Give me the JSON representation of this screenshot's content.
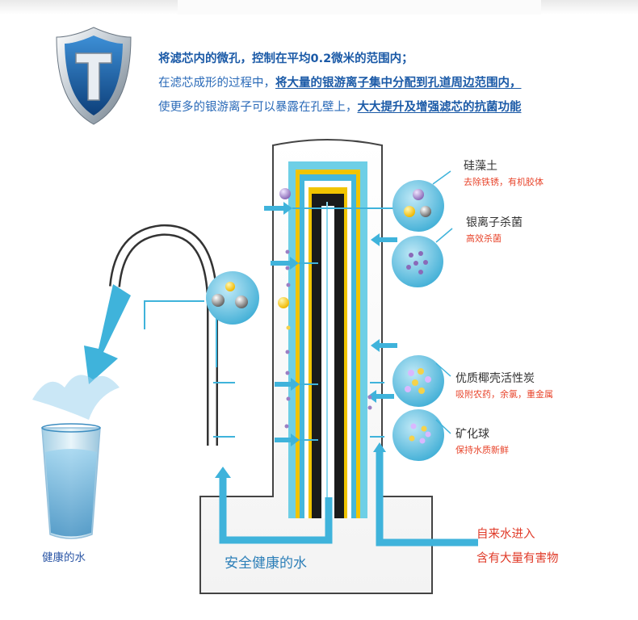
{
  "intro": {
    "line1": "将滤芯内的微孔，控制在平均0.2微米的范围内；",
    "line2_a": "在滤芯成形的过程中，",
    "line2_b": "将大量的银游离子集中分配到孔道周边范围内，",
    "line3_a": "使更多的银游离子可以暴露在孔壁上，",
    "line3_b": "大大提升及增强滤芯的抗菌功能"
  },
  "layers": [
    {
      "name": "硅藻土",
      "desc": "去除铁锈，有机胶体"
    },
    {
      "name": "银离子杀菌",
      "desc": "高效杀菌"
    },
    {
      "name": "优质椰壳活性炭",
      "desc": "吸附农药，余氯，重金属"
    },
    {
      "name": "矿化球",
      "desc": "保持水质新鲜"
    }
  ],
  "inlet": {
    "line1": "自来水进入",
    "line2": "含有大量有害物"
  },
  "outlet_label": "安全健康的水",
  "glass_label": "健康的水",
  "colors": {
    "accent": "#3fb3db",
    "title_blue": "#1b5aa7",
    "warn_red": "#e03a28"
  }
}
